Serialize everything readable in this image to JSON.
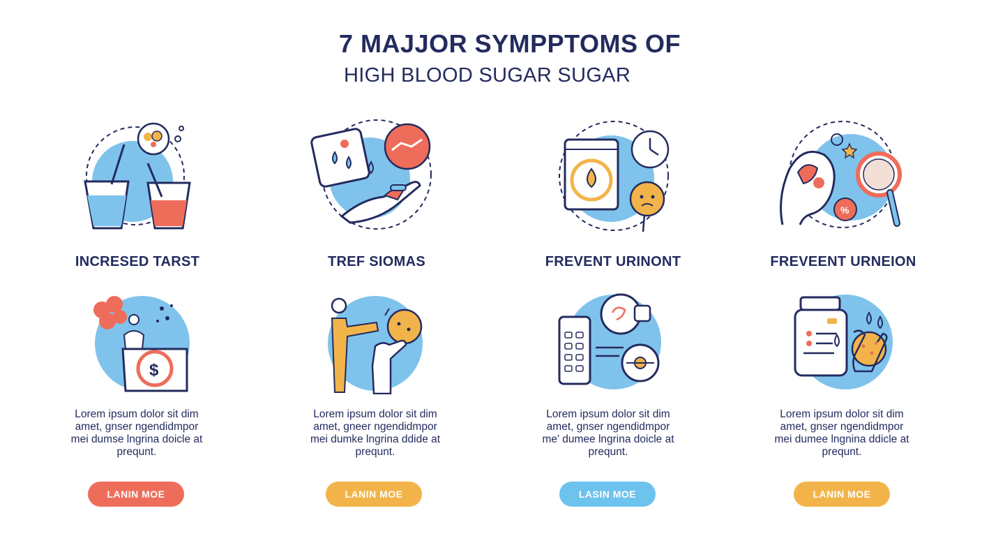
{
  "header": {
    "title": "7 MAJJOR SYMPPTOMS OF",
    "subtitle": "HIGH BLOOD SUGAR SUGAR"
  },
  "colors": {
    "navy": "#232b5e",
    "sky": "#7fc3ec",
    "coral": "#ee6d5a",
    "amber": "#f2b44a",
    "light_blue": "#6ec2ee"
  },
  "symptoms": [
    {
      "label": "INCRESED TARST",
      "icon": "drinking-glasses-icon"
    },
    {
      "label": "TREF SIOMAS",
      "icon": "hand-and-drops-icon"
    },
    {
      "label": "FREVENT URINONT",
      "icon": "tablet-glucose-icon"
    },
    {
      "label": "FREVEENT URNEION",
      "icon": "magnifier-cell-icon"
    }
  ],
  "cards": [
    {
      "icon": "person-money-icon",
      "desc": [
        "Lorem ipsum dolor sit dim",
        "amet, gnser ngendidmpor",
        "mei dumse lngrina doicle at",
        "prequnt."
      ],
      "button": "LANIN MOE",
      "button_color": "#ee6d5a"
    },
    {
      "icon": "person-stretch-icon",
      "desc": [
        "Lorem ipsum dolor sit dim",
        "amet, gneer ngendidmpor",
        "mei dumke lngrina ddide at",
        "prequnt."
      ],
      "button": "LANIN MOE",
      "button_color": "#f2b44a"
    },
    {
      "icon": "phone-chat-icon",
      "desc": [
        "Lorem ipsum dolor sit dim",
        "amet, gnser ngendidmpor",
        "me' dumee lngrina doicle at",
        "prequnt."
      ],
      "button": "LASIN MOE",
      "button_color": "#6ec2ee"
    },
    {
      "icon": "pill-bottle-icon",
      "desc": [
        "Lorem ipsum dolor sit dim",
        "amet, gnser ngendidmpor",
        "mei dumee lngnina ddicle at",
        "prequnt."
      ],
      "button": "LANIN MOE",
      "button_color": "#f2b44a"
    }
  ]
}
